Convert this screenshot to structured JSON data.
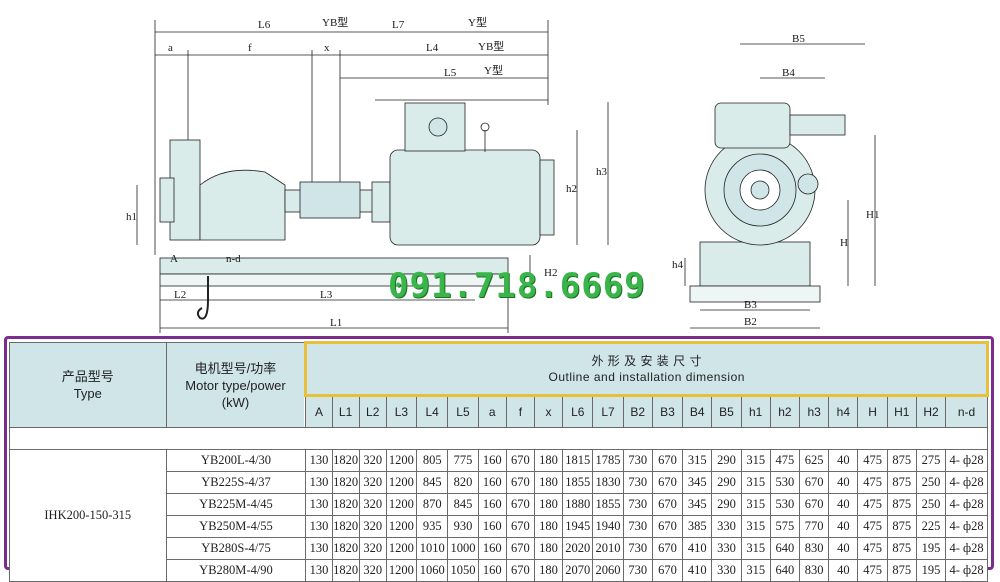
{
  "drawing": {
    "labels": {
      "L6": "L6",
      "YB_type_1": "YB型",
      "L7": "L7",
      "Y_type_1": "Y型",
      "a": "a",
      "f": "f",
      "x": "x",
      "L4": "L4",
      "YB_type_2": "YB型",
      "L5": "L5",
      "Y_type_2": "Y型",
      "h1": "h1",
      "h2": "h2",
      "h3": "h3",
      "A": "A",
      "n_d": "n-d",
      "h12": "H2",
      "L2": "L2",
      "L3": "L3",
      "L1": "L1",
      "B5": "B5",
      "B4": "B4",
      "H1": "H1",
      "H": "H",
      "h4": "h4",
      "B3": "B3",
      "B2": "B2"
    }
  },
  "watermark_phone": "091.718.6669",
  "table": {
    "type_header_cn": "产品型号",
    "type_header_en": "Type",
    "motor_header_cn": "电机型号/功率",
    "motor_header_en": "Motor type/power",
    "motor_header_unit": "(kW)",
    "outline_header_cn": "外 形 及 安 装 尺 寸",
    "outline_header_en": "Outline and installation dimension",
    "dimension_columns": [
      "A",
      "L1",
      "L2",
      "L3",
      "L4",
      "L5",
      "a",
      "f",
      "x",
      "L6",
      "L7",
      "B2",
      "B3",
      "B4",
      "B5",
      "h1",
      "h2",
      "h3",
      "h4",
      "H",
      "H1",
      "H2",
      "n-d"
    ],
    "product_type": "IHK200-150-315",
    "rows": [
      {
        "motor": "YB200L-4/30",
        "values": [
          "130",
          "1820",
          "320",
          "1200",
          "805",
          "775",
          "160",
          "670",
          "180",
          "1815",
          "1785",
          "730",
          "670",
          "315",
          "290",
          "315",
          "475",
          "625",
          "40",
          "475",
          "875",
          "275",
          "4- ф28"
        ]
      },
      {
        "motor": "YB225S-4/37",
        "values": [
          "130",
          "1820",
          "320",
          "1200",
          "845",
          "820",
          "160",
          "670",
          "180",
          "1855",
          "1830",
          "730",
          "670",
          "345",
          "290",
          "315",
          "530",
          "670",
          "40",
          "475",
          "875",
          "250",
          "4- ф28"
        ]
      },
      {
        "motor": "YB225M-4/45",
        "values": [
          "130",
          "1820",
          "320",
          "1200",
          "870",
          "845",
          "160",
          "670",
          "180",
          "1880",
          "1855",
          "730",
          "670",
          "345",
          "290",
          "315",
          "530",
          "670",
          "40",
          "475",
          "875",
          "250",
          "4- ф28"
        ]
      },
      {
        "motor": "YB250M-4/55",
        "values": [
          "130",
          "1820",
          "320",
          "1200",
          "935",
          "930",
          "160",
          "670",
          "180",
          "1945",
          "1940",
          "730",
          "670",
          "385",
          "330",
          "315",
          "575",
          "770",
          "40",
          "475",
          "875",
          "225",
          "4- ф28"
        ]
      },
      {
        "motor": "YB280S-4/75",
        "values": [
          "130",
          "1820",
          "320",
          "1200",
          "1010",
          "1000",
          "160",
          "670",
          "180",
          "2020",
          "2010",
          "730",
          "670",
          "410",
          "330",
          "315",
          "640",
          "830",
          "40",
          "475",
          "875",
          "195",
          "4- ф28"
        ]
      },
      {
        "motor": "YB280M-4/90",
        "values": [
          "130",
          "1820",
          "320",
          "1200",
          "1060",
          "1050",
          "160",
          "670",
          "180",
          "2070",
          "2060",
          "730",
          "670",
          "410",
          "330",
          "315",
          "640",
          "830",
          "40",
          "475",
          "875",
          "195",
          "4- ф28"
        ]
      }
    ]
  }
}
